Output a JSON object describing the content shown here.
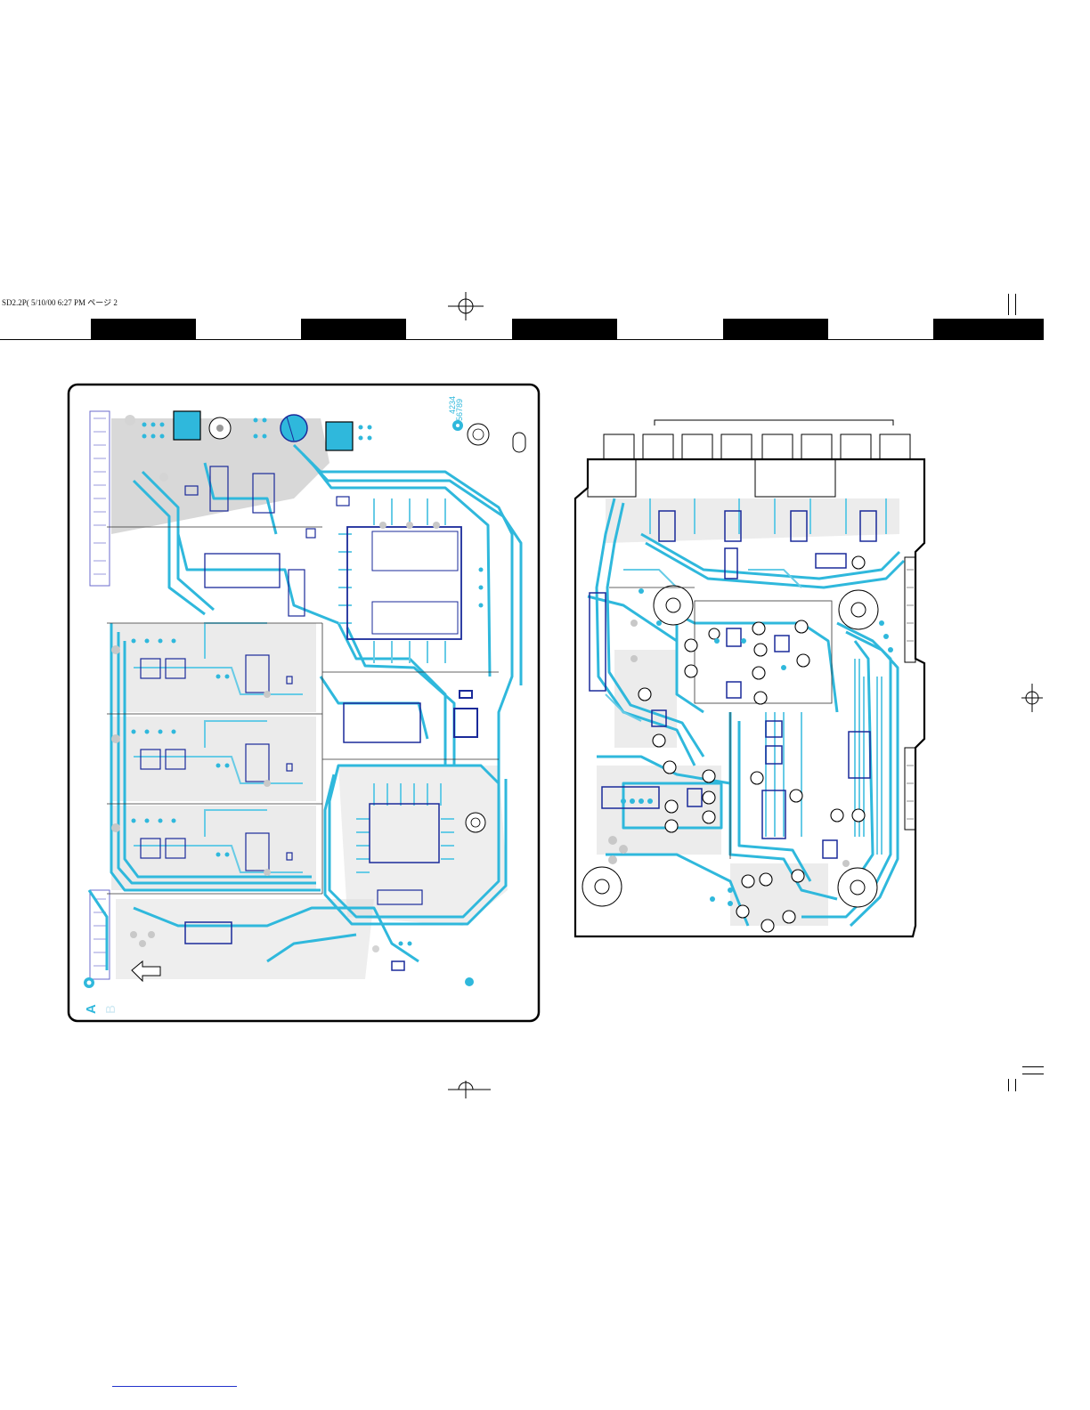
{
  "header": {
    "file_info": "SD2.2P(  5/10/00 6:27 PM    ページ 2"
  },
  "board_a": {
    "label_a": "A",
    "label_b": "B",
    "part_number_1": "4234",
    "part_number_2": "56789"
  },
  "colors": {
    "trace_blue": "#2fb8dc",
    "dark_blue": "#1a2a9a",
    "pad_gray": "#c8c8c8",
    "outline": "#000000"
  }
}
